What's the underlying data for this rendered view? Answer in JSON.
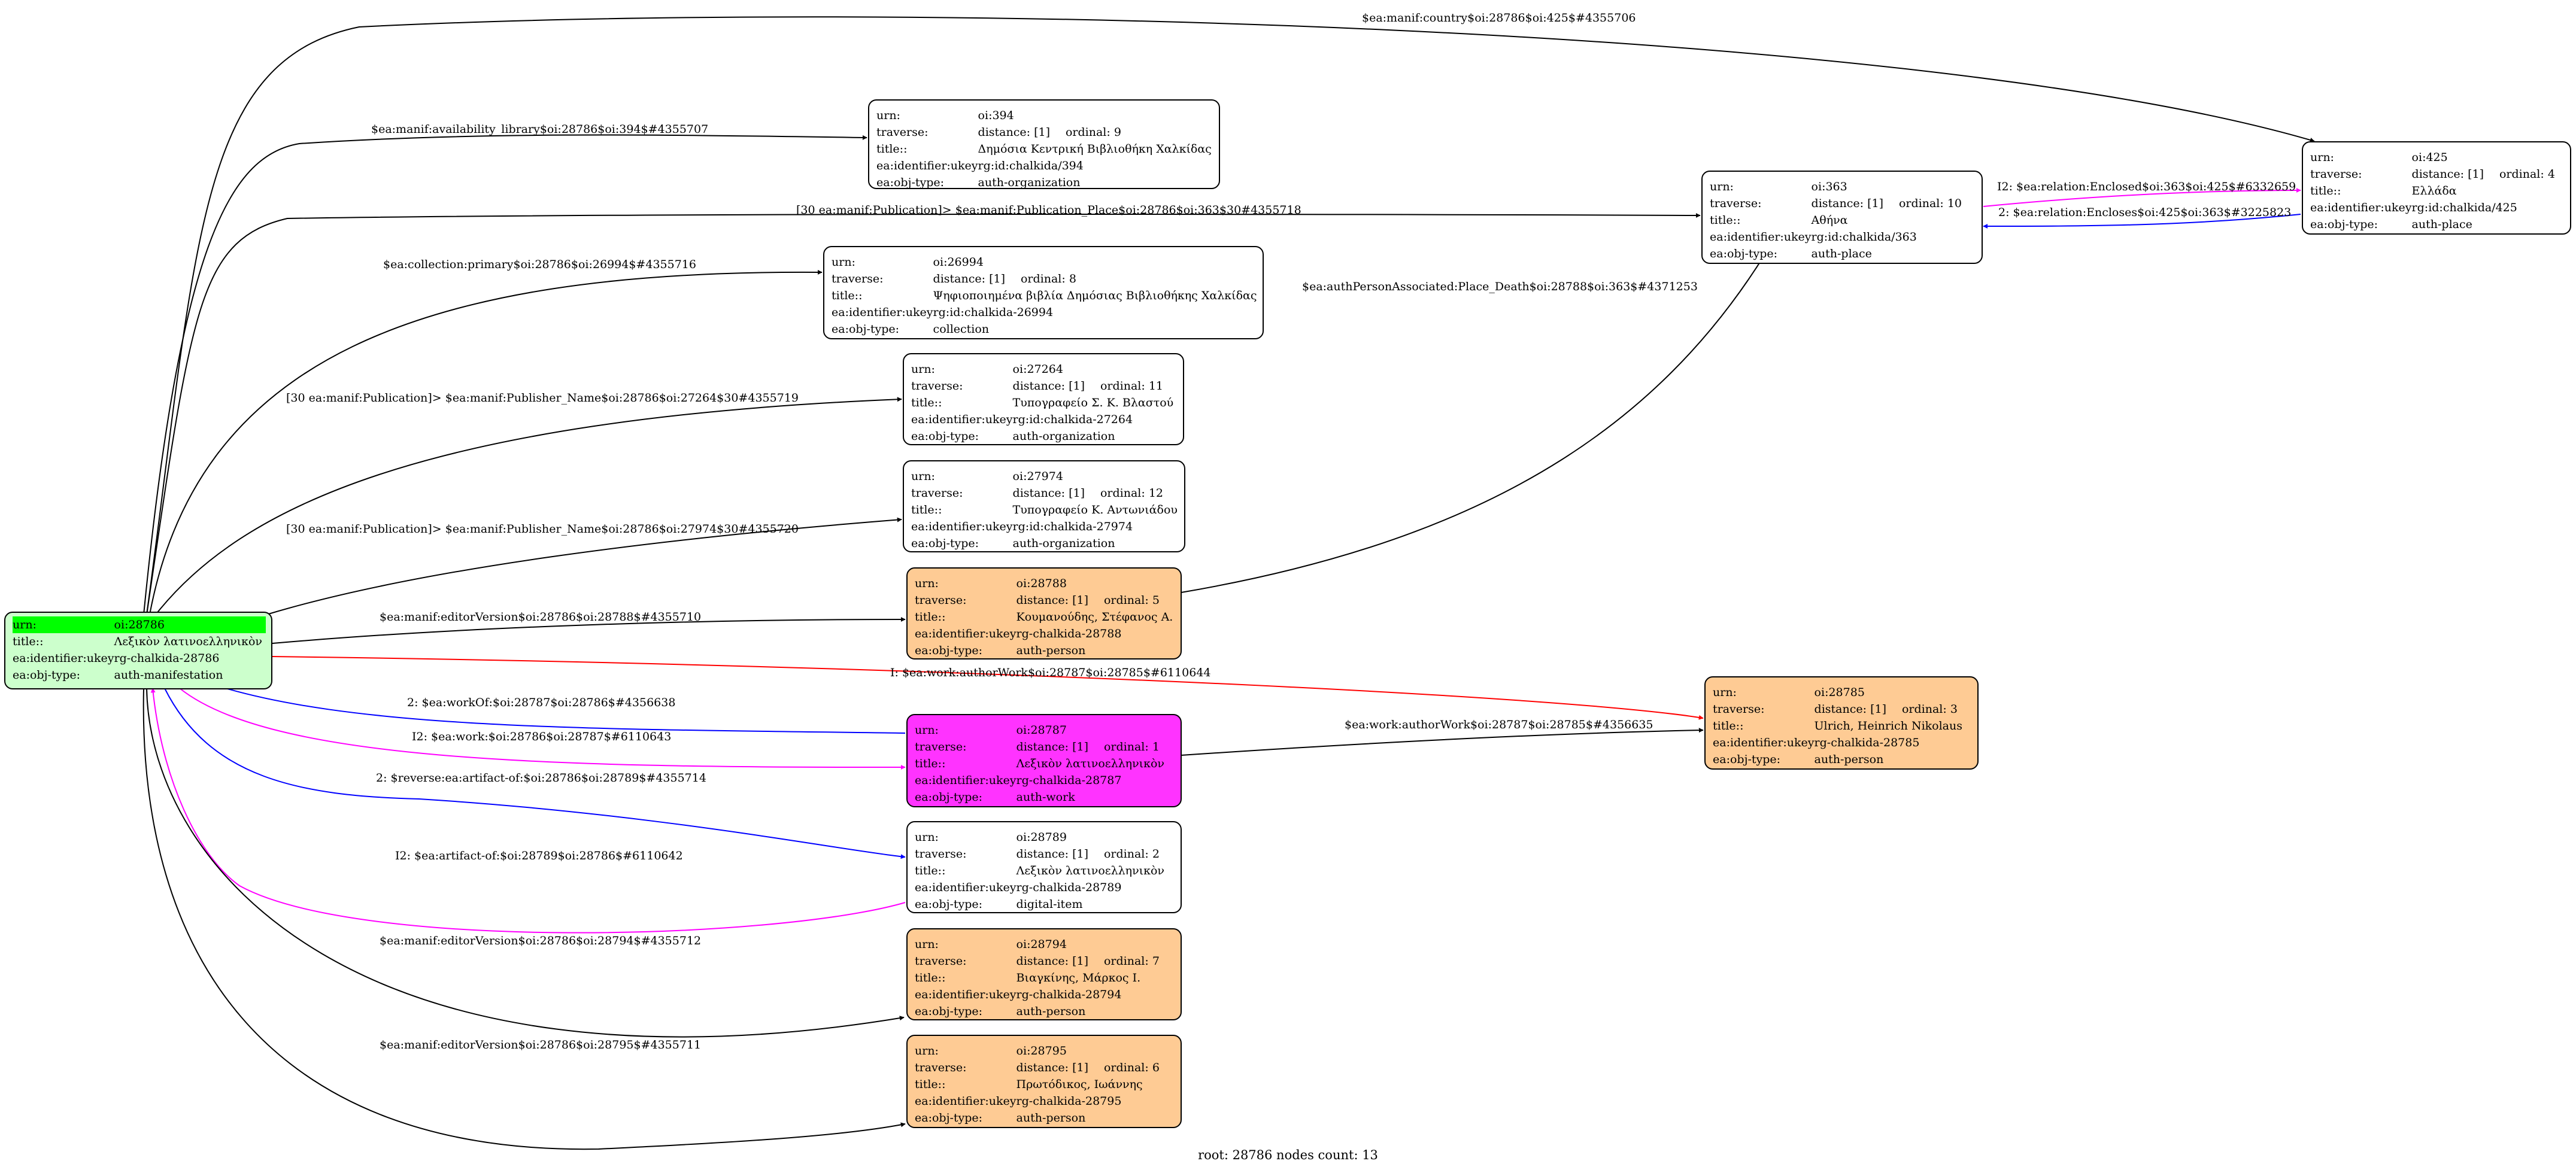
{
  "field_labels": {
    "urn": "urn:",
    "traverse": "traverse:",
    "title": "title::",
    "identifier": "ea:identifier:ukey",
    "objtype": "ea:obj-type:"
  },
  "footer": "root: 28786 nodes count: 13",
  "colors": {
    "person": "#fecb94",
    "work": "#ff33ff",
    "root": "#ccffcc",
    "root_highlight": "#00ff00",
    "edge_black": "#000000",
    "edge_blue": "#0000ff",
    "edge_magenta": "#ff00ff",
    "edge_red": "#ff0000"
  },
  "nodes": {
    "n28786": {
      "urn": "oi:28786",
      "traverse": "",
      "ordinal": "",
      "title": "Λεξικὸν λατινοελληνικὸν",
      "identifier": "rg-chalkida-28786",
      "objtype": "auth-manifestation"
    },
    "n394": {
      "urn": "oi:394",
      "traverse": "distance: [1]",
      "ordinal": "ordinal: 9",
      "title": "Δημόσια Κεντρική Βιβλιοθήκη Χαλκίδας",
      "identifier": "rg:id:chalkida/394",
      "objtype": "auth-organization"
    },
    "n26994": {
      "urn": "oi:26994",
      "traverse": "distance: [1]",
      "ordinal": "ordinal: 8",
      "title": "Ψηφιοποιημένα βιβλία Δημόσιας Βιβλιοθήκης Χαλκίδας",
      "identifier": "rg:id:chalkida-26994",
      "objtype": "collection"
    },
    "n27264": {
      "urn": "oi:27264",
      "traverse": "distance: [1]",
      "ordinal": "ordinal: 11",
      "title": "Τυπογραφείο Σ. Κ. Βλαστού",
      "identifier": "rg:id:chalkida-27264",
      "objtype": "auth-organization"
    },
    "n27974": {
      "urn": "oi:27974",
      "traverse": "distance: [1]",
      "ordinal": "ordinal: 12",
      "title": "Τυπογραφείο Κ. Αντωνιάδου",
      "identifier": "rg:id:chalkida-27974",
      "objtype": "auth-organization"
    },
    "n28788": {
      "urn": "oi:28788",
      "traverse": "distance: [1]",
      "ordinal": "ordinal: 5",
      "title": "Κουμανούδης, Στέφανος Α.",
      "identifier": "rg-chalkida-28788",
      "objtype": "auth-person"
    },
    "n28787": {
      "urn": "oi:28787",
      "traverse": "distance: [1]",
      "ordinal": "ordinal: 1",
      "title": "Λεξικὸν λατινοελληνικὸν",
      "identifier": "rg-chalkida-28787",
      "objtype": "auth-work"
    },
    "n28789": {
      "urn": "oi:28789",
      "traverse": "distance: [1]",
      "ordinal": "ordinal: 2",
      "title": "Λεξικὸν λατινοελληνικὸν",
      "identifier": "rg-chalkida-28789",
      "objtype": "digital-item"
    },
    "n28794": {
      "urn": "oi:28794",
      "traverse": "distance: [1]",
      "ordinal": "ordinal: 7",
      "title": "Βιαγκίνης, Μάρκος Ι.",
      "identifier": "rg-chalkida-28794",
      "objtype": "auth-person"
    },
    "n28795": {
      "urn": "oi:28795",
      "traverse": "distance: [1]",
      "ordinal": "ordinal: 6",
      "title": "Πρωτόδικος, Ιωάννης",
      "identifier": "rg-chalkida-28795",
      "objtype": "auth-person"
    },
    "n363": {
      "urn": "oi:363",
      "traverse": "distance: [1]",
      "ordinal": "ordinal: 10",
      "title": "Αθήνα",
      "identifier": "rg:id:chalkida/363",
      "objtype": "auth-place"
    },
    "n425": {
      "urn": "oi:425",
      "traverse": "distance: [1]",
      "ordinal": "ordinal: 4",
      "title": "Ελλάδα",
      "identifier": "rg:id:chalkida/425",
      "objtype": "auth-place"
    },
    "n28785": {
      "urn": "oi:28785",
      "traverse": "distance: [1]",
      "ordinal": "ordinal: 3",
      "title": "Ulrich, Heinrich Nikolaus",
      "identifier": "rg-chalkida-28785",
      "objtype": "auth-person"
    }
  },
  "edges": {
    "country": "$ea:manif:country$oi:28786$oi:425$#4355706",
    "availability": "$ea:manif:availability_library$oi:28786$oi:394$#4355707",
    "publication_place": "[30 ea:manif:Publication]> $ea:manif:Publication_Place$oi:28786$oi:363$30#4355718",
    "collection": "$ea:collection:primary$oi:28786$oi:26994$#4355716",
    "publisher1": "[30 ea:manif:Publication]> $ea:manif:Publisher_Name$oi:28786$oi:27264$30#4355719",
    "publisher2": "[30 ea:manif:Publication]> $ea:manif:Publisher_Name$oi:28786$oi:27974$30#4355720",
    "editor1": "$ea:manif:editorVersion$oi:28786$oi:28788$#4355710",
    "author_work": "I: $ea:work:authorWork$oi:28787$oi:28785$#6110644",
    "work_of": "2: $ea:workOf:$oi:28787$oi:28786$#4356638",
    "work": "I2: $ea:work:$oi:28786$oi:28787$#6110643",
    "reverse_artifact": "2: $reverse:ea:artifact-of:$oi:28786$oi:28789$#4355714",
    "artifact_of": "I2: $ea:artifact-of:$oi:28789$oi:28786$#6110642",
    "editor2": "$ea:manif:editorVersion$oi:28786$oi:28794$#4355712",
    "editor3": "$ea:manif:editorVersion$oi:28786$oi:28795$#4355711",
    "author_work2": "$ea:work:authorWork$oi:28787$oi:28785$#4356635",
    "place_death": "$ea:authPersonAssociated:Place_Death$oi:28788$oi:363$#4371253",
    "enclosed": "I2: $ea:relation:Enclosed$oi:363$oi:425$#6332659",
    "encloses": "2: $ea:relation:Encloses$oi:425$oi:363$#3225823"
  }
}
